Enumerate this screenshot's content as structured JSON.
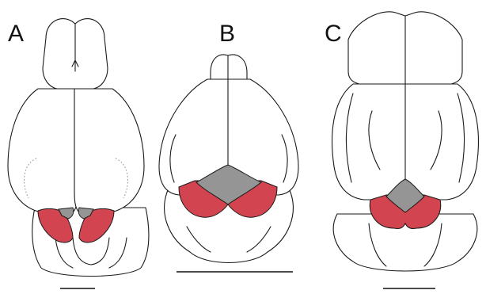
{
  "figure": {
    "panels": [
      {
        "label": "A"
      },
      {
        "label": "B"
      },
      {
        "label": "C"
      }
    ],
    "colors": {
      "highlight_region": "#d2444f",
      "gray_region": "#959595",
      "outline": "#1a1a1a",
      "background": "#ffffff"
    },
    "scale_bars": 3
  }
}
